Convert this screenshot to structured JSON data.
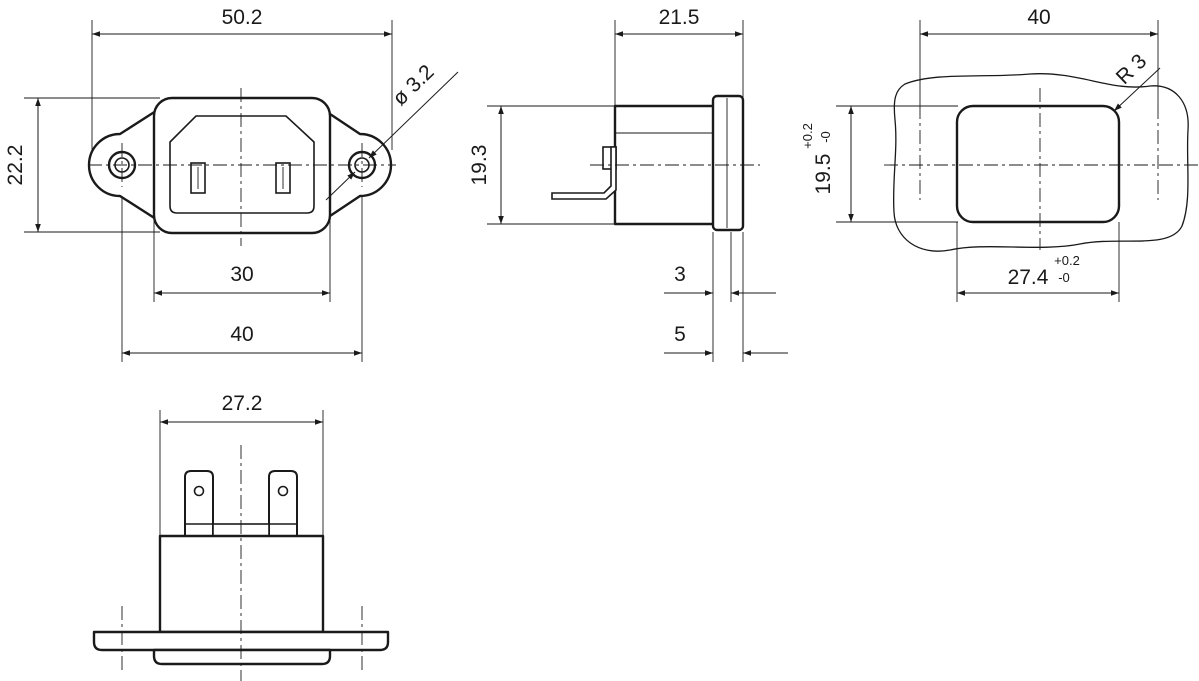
{
  "dimensions": {
    "width_total": "50.2",
    "hole_diameter": "ø 3.2",
    "height_flange": "22.2",
    "inner_width": "30",
    "hole_spacing": "40",
    "depth": "21.5",
    "body_height": "19.3",
    "flange_thickness": "3",
    "rear_offset": "5",
    "cutout_outer": "40",
    "corner_radius": "R 3",
    "cutout_height": "19.5",
    "cutout_height_tol_plus": "+0.2",
    "cutout_height_tol_minus": "-0",
    "cutout_width": "27.4",
    "cutout_width_tol_plus": "+0.2",
    "cutout_width_tol_minus": "-0",
    "bottom_width": "27.2"
  },
  "colors": {
    "line": "#1a1a1a",
    "background": "#ffffff",
    "panel_fill": "#ffffff"
  }
}
